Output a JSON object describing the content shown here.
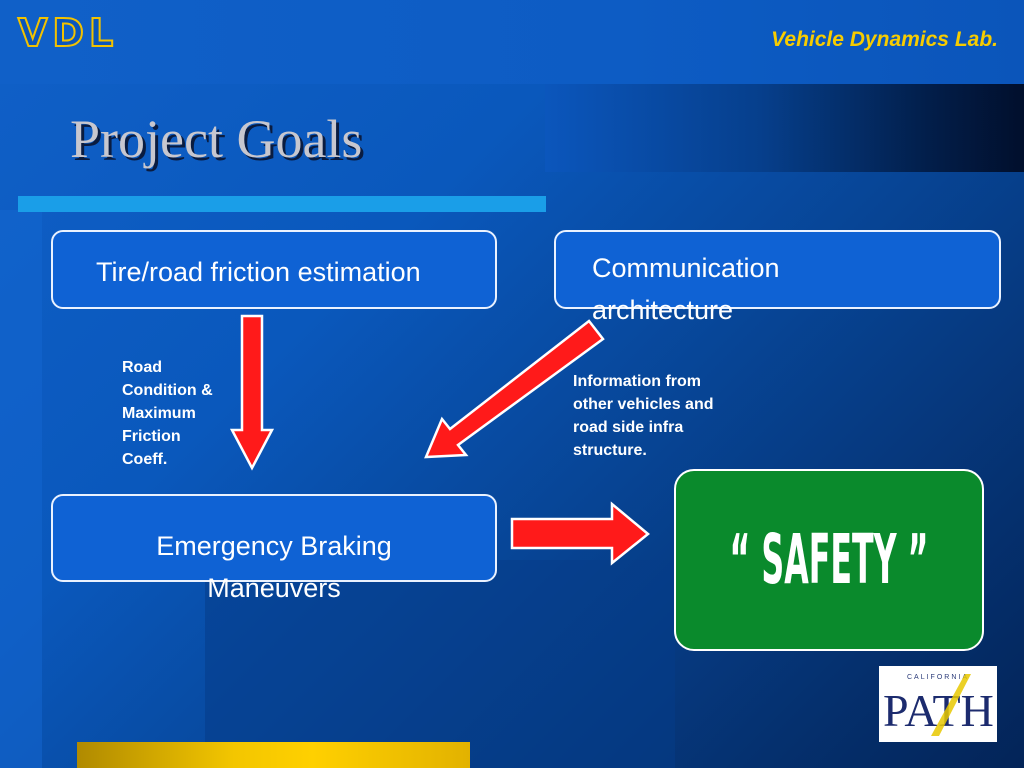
{
  "header": {
    "logo_text": "VDL",
    "lab_name": "Vehicle Dynamics Lab."
  },
  "title": "Project Goals",
  "boxes": {
    "friction": "Tire/road friction estimation",
    "communication_line1": "Communication",
    "communication_line2": "architecture",
    "braking_line1": "Emergency Braking",
    "braking_line2": "Maneuvers"
  },
  "notes": {
    "road_condition": [
      "Road",
      "Condition &",
      "Maximum",
      "Friction",
      "Coeff."
    ],
    "information": [
      "Information from",
      "other vehicles and",
      "road side infra",
      "structure."
    ]
  },
  "safety": "“ SAFETY ”",
  "path_logo": {
    "small_text": "CALIFORNIA",
    "big_text": "PATH"
  },
  "colors": {
    "arrow_fill": "#ff1a1a",
    "arrow_stroke": "#ffffff",
    "safety_green": "#0a8a2c",
    "accent_gold": "#f7cc00"
  }
}
